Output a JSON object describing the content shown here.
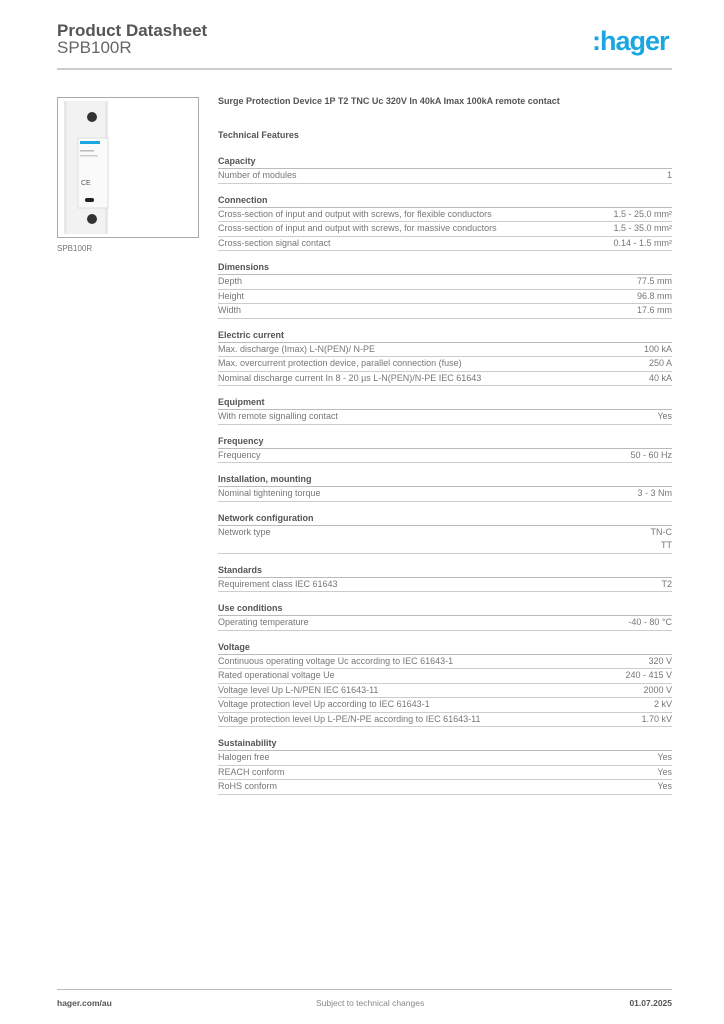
{
  "header": {
    "title": "Product Datasheet",
    "subtitle": "SPB100R",
    "logo": ":hager",
    "brand_color": "#1aa6e0"
  },
  "product": {
    "caption": "SPB100R",
    "description": "Surge Protection Device 1P T2 TNC Uc 320V In 40kA Imax 100kA  remote contact",
    "features_title": "Technical Features"
  },
  "sections": [
    {
      "title": "Capacity",
      "rows": [
        [
          "Number of modules",
          "1"
        ]
      ]
    },
    {
      "title": "Connection",
      "rows": [
        [
          "Cross-section of input and output with screws, for flexible conductors",
          "1.5 - 25.0 mm²"
        ],
        [
          "Cross-section of input and output with screws, for massive conductors",
          "1.5 - 35.0 mm²"
        ],
        [
          "Cross-section signal contact",
          "0.14 - 1.5 mm²"
        ]
      ]
    },
    {
      "title": "Dimensions",
      "rows": [
        [
          "Depth",
          "77.5 mm"
        ],
        [
          "Height",
          "96.8 mm"
        ],
        [
          "Width",
          "17.6 mm"
        ]
      ]
    },
    {
      "title": "Electric current",
      "rows": [
        [
          "Max. discharge (Imax) L-N(PEN)/ N-PE",
          "100 kA"
        ],
        [
          "Max. overcurrent protection device, parallel connection (fuse)",
          "250 A"
        ],
        [
          "Nominal discharge current In 8 - 20 µs L-N(PEN)/N-PE IEC 61643",
          "40 kA"
        ]
      ]
    },
    {
      "title": "Equipment",
      "rows": [
        [
          "With remote signalling contact",
          "Yes"
        ]
      ]
    },
    {
      "title": "Frequency",
      "rows": [
        [
          "Frequency",
          "50 - 60 Hz"
        ]
      ]
    },
    {
      "title": "Installation, mounting",
      "rows": [
        [
          "Nominal tightening torque",
          "3 - 3 Nm"
        ]
      ]
    },
    {
      "title": "Network configuration",
      "rows": [
        [
          "Network type",
          "TN-C\nTT"
        ]
      ]
    },
    {
      "title": "Standards",
      "rows": [
        [
          "Requirement class IEC 61643",
          "T2"
        ]
      ]
    },
    {
      "title": "Use conditions",
      "rows": [
        [
          "Operating temperature",
          "-40 - 80 °C"
        ]
      ]
    },
    {
      "title": "Voltage",
      "rows": [
        [
          "Continuous operating voltage Uc according to IEC 61643-1",
          "320 V"
        ],
        [
          "Rated operational voltage Ue",
          "240 - 415 V"
        ],
        [
          "Voltage level Up L-N/PEN IEC 61643-11",
          "2000 V"
        ],
        [
          "Voltage protection level Up according to IEC 61643-1",
          "2 kV"
        ],
        [
          "Voltage protection level Up L-PE/N-PE according to IEC 61643-11",
          "1.70 kV"
        ]
      ]
    },
    {
      "title": "Sustainability",
      "rows": [
        [
          "Halogen free",
          "Yes"
        ],
        [
          "REACH conform",
          "Yes"
        ],
        [
          "RoHS conform",
          "Yes"
        ]
      ]
    }
  ],
  "footer": {
    "website": "hager.com/au",
    "note": "Subject to technical changes",
    "date": "01.07.2025"
  }
}
